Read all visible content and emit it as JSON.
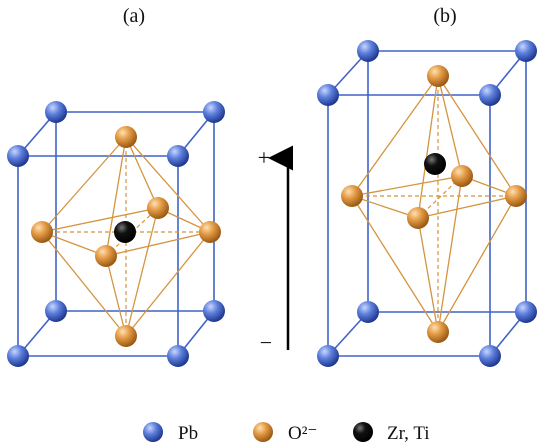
{
  "panels": [
    {
      "label": "(a)"
    },
    {
      "label": "(b)"
    }
  ],
  "field": {
    "plus": "+",
    "minus": "−"
  },
  "legend": [
    {
      "label": "Pb",
      "atom": "pb-atom"
    },
    {
      "label": "O²⁻",
      "atom": "oxygen-atom"
    },
    {
      "label": "Zr, Ti",
      "atom": "zr-ti-atom"
    }
  ],
  "colors": {
    "cell_edge": "#3f63c8",
    "pb": "#3e5fc0",
    "oxygen": "#d38a35",
    "octahedron": "#d4943f",
    "zr_ti": "#000000"
  }
}
